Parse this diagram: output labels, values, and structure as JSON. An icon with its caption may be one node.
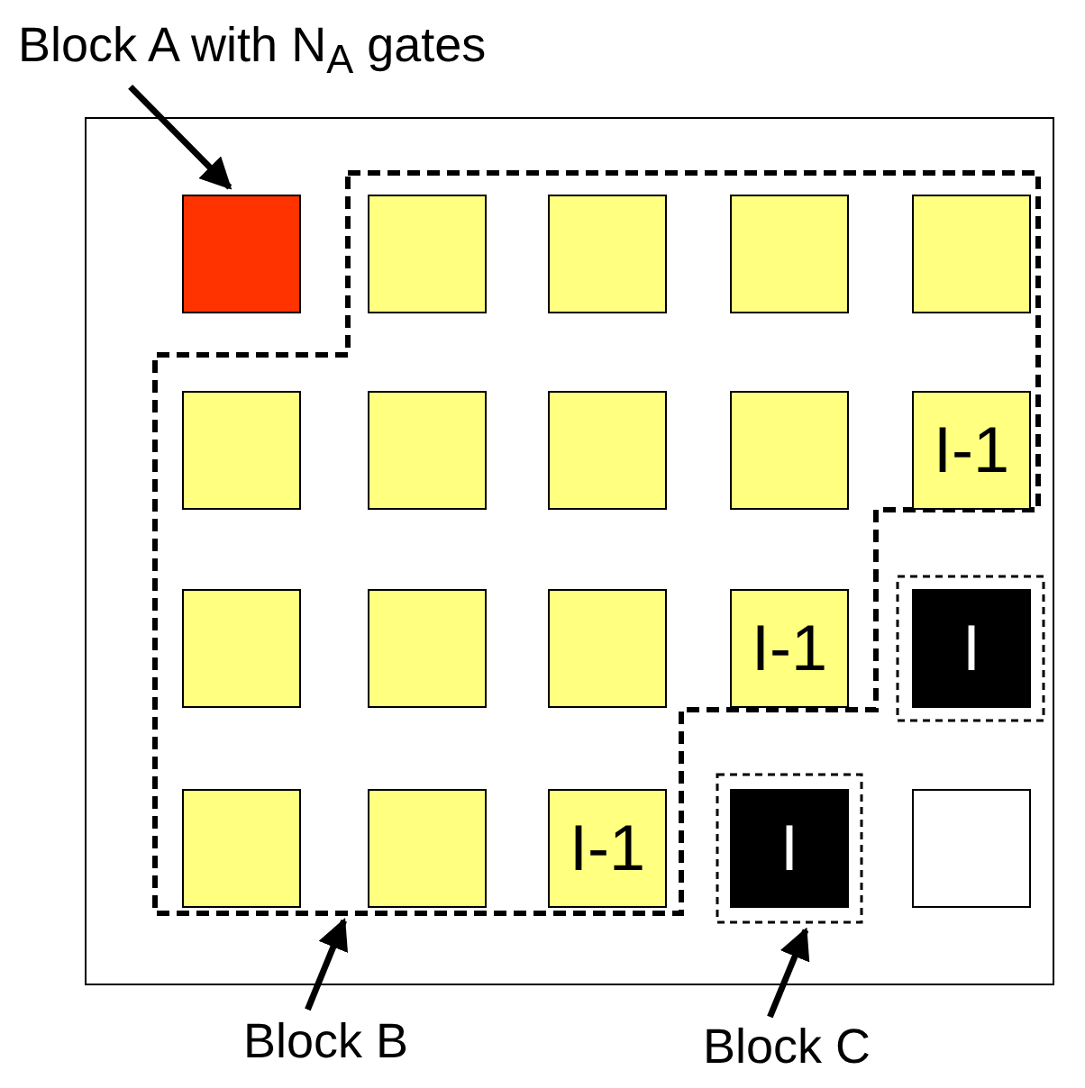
{
  "diagram": {
    "nodes": [
      {
        "text": [
          "Block A with N$_{A}$ gates"
        ]
      },
      {
        "text": [],
        "shape": "box"
      },
      {
        "text": [],
        "shape": "box",
        "in": 1
      },
      {
        "text": [],
        "shape": "box",
        "in": 22
      },
      {
        "text": [],
        "shape": "box",
        "in": 22
      },
      {
        "text": [],
        "shape": "box",
        "in": 22
      },
      {
        "text": [],
        "shape": "box",
        "in": 22
      },
      {
        "text": [],
        "shape": "box",
        "in": 22
      },
      {
        "text": [],
        "shape": "box",
        "in": 22
      },
      {
        "text": [],
        "shape": "box",
        "in": 22
      },
      {
        "text": [],
        "shape": "box",
        "in": 22
      },
      {
        "text": [
          "I-1"
        ],
        "in": 22
      },
      {
        "text": [],
        "shape": "box",
        "in": 22
      },
      {
        "text": [],
        "shape": "box",
        "in": 22
      },
      {
        "text": [],
        "shape": "box",
        "in": 22
      },
      {
        "text": [
          "I-1"
        ],
        "in": 22
      },
      {
        "text": [
          "I"
        ],
        "in": 23
      },
      {
        "text": [],
        "shape": "box",
        "in": 22
      },
      {
        "text": [],
        "shape": "box",
        "in": 22
      },
      {
        "text": [
          "I-1"
        ],
        "in": 22
      },
      {
        "text": [
          "I"
        ],
        "in": 24
      },
      {
        "text": [],
        "shape": "box",
        "in": 1
      },
      {
        "text": [],
        "shape": "outline",
        "in": 1
      },
      {
        "text": [],
        "shape": "box",
        "in": 1
      },
      {
        "text": [],
        "shape": "box",
        "in": 1
      },
      {
        "text": [
          "Block B"
        ]
      },
      {
        "text": [
          "Block C"
        ]
      }
    ],
    "edges": [
      {
        "from": 0,
        "to": 2,
        "arrow": "to"
      },
      {
        "from": 25,
        "to": 22,
        "arrow": "to"
      },
      {
        "from": 26,
        "to": 24,
        "arrow": "to"
      }
    ]
  }
}
